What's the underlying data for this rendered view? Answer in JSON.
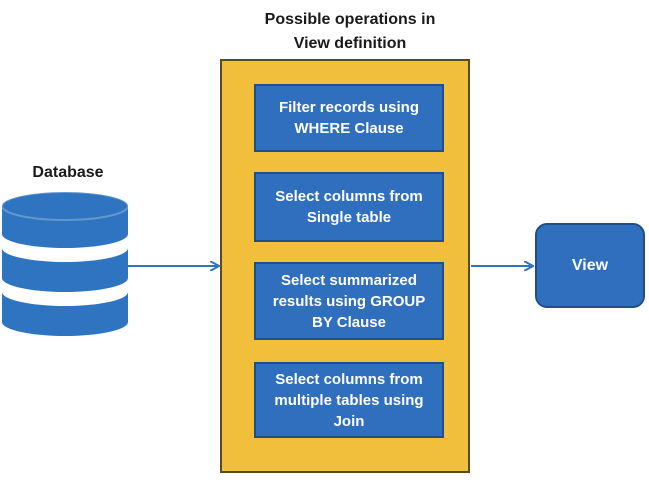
{
  "title": "Possible operations in\nView definition",
  "source": {
    "label": "Database",
    "icon": "database-icon"
  },
  "operations": [
    {
      "label": "Filter records using WHERE Clause"
    },
    {
      "label": "Select columns from Single table"
    },
    {
      "label": "Select summarized results using GROUP BY Clause"
    },
    {
      "label": "Select columns from multiple tables using Join"
    }
  ],
  "target": {
    "label": "View"
  },
  "colors": {
    "container_fill": "#f2bf3c",
    "box_fill": "#2f6fbe",
    "database_fill": "#2e74c0",
    "arrow": "#2e74c0"
  }
}
